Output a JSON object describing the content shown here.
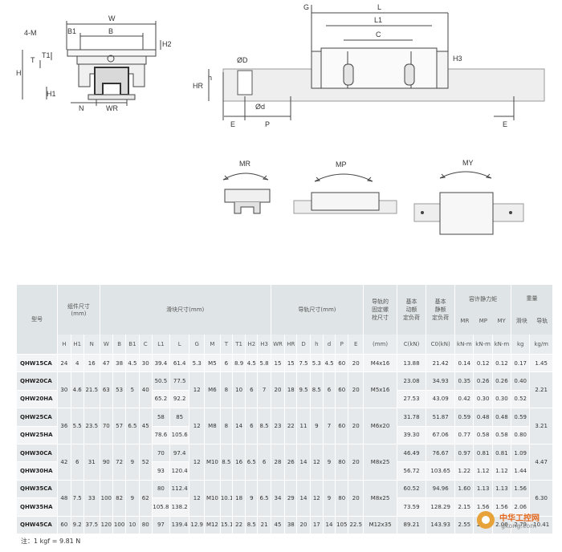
{
  "drawing_labels": {
    "front": {
      "W": "W",
      "B": "B",
      "B1": "B1",
      "four_m": "4-M",
      "T": "T",
      "T1": "T1",
      "H": "H",
      "H1": "H1",
      "H2": "H2",
      "N": "N",
      "WR": "WR"
    },
    "side": {
      "G": "G",
      "L": "L",
      "L1": "L1",
      "C": "C",
      "D": "ØD",
      "h": "h",
      "HR": "HR",
      "H3": "H3",
      "d": "Ød",
      "E_left": "E",
      "P": "P",
      "E_right": "E"
    },
    "moments": {
      "MR": "MR",
      "MP": "MP",
      "MY": "MY"
    }
  },
  "table": {
    "model_header": "型号",
    "group_headers": {
      "assembly": "组件尺寸\n(mm)",
      "block": "滑块尺寸(mm)",
      "rail": "导轨尺寸(mm)",
      "rail_bolt": "导轨的\n固定螺\n栓尺寸",
      "dyn_load": "基本\n动额\n定负荷",
      "static_load": "基本\n静额\n定负荷",
      "static_moment": "容许静力矩",
      "weight": "重量"
    },
    "sub_headers": {
      "MR": "MR",
      "MP": "MP",
      "MY": "MY",
      "block_w": "滑块",
      "rail_w": "导轨"
    },
    "columns": [
      "H",
      "H1",
      "N",
      "W",
      "B",
      "B1",
      "C",
      "L1",
      "L",
      "G",
      "M",
      "T",
      "T1",
      "H2",
      "H3",
      "WR",
      "HR",
      "D",
      "h",
      "d",
      "P",
      "E",
      "(mm)",
      "C(kN)",
      "C0(kN)",
      "kN-m",
      "kN-m",
      "kN-m",
      "kg",
      "kg/m"
    ],
    "rows": [
      [
        "QHW15CA",
        "24",
        "4",
        "16",
        "47",
        "38",
        "4.5",
        "30",
        "39.4",
        "61.4",
        "5.3",
        "M5",
        "6",
        "8.9",
        "4.5",
        "5.8",
        "15",
        "15",
        "7.5",
        "5.3",
        "4.5",
        "60",
        "20",
        "M4x16",
        "13.88",
        "21.42",
        "0.14",
        "0.12",
        "0.12",
        "0.17",
        "1.45"
      ],
      [
        "QHW20CA",
        "30",
        "4.6",
        "21.5",
        "63",
        "53",
        "5",
        "40",
        "50.5",
        "77.5",
        "12",
        "M6",
        "8",
        "10",
        "6",
        "7",
        "20",
        "18",
        "9.5",
        "8.5",
        "6",
        "60",
        "20",
        "M5x16",
        "23.08",
        "34.93",
        "0.35",
        "0.26",
        "0.26",
        "0.40",
        "2.21"
      ],
      [
        "QHW20HA",
        "",
        "",
        "",
        "",
        "",
        "",
        "",
        "65.2",
        "92.2",
        "",
        "",
        "",
        "",
        "",
        "",
        "",
        "",
        "",
        "",
        "",
        "",
        "",
        "",
        "27.53",
        "43.09",
        "0.42",
        "0.30",
        "0.30",
        "0.52",
        ""
      ],
      [
        "QHW25CA",
        "36",
        "5.5",
        "23.5",
        "70",
        "57",
        "6.5",
        "45",
        "58",
        "85",
        "12",
        "M8",
        "8",
        "14",
        "6",
        "8.5",
        "23",
        "22",
        "11",
        "9",
        "7",
        "60",
        "20",
        "M6x20",
        "31.78",
        "51.87",
        "0.59",
        "0.48",
        "0.48",
        "0.59",
        "3.21"
      ],
      [
        "QHW25HA",
        "",
        "",
        "",
        "",
        "",
        "",
        "",
        "78.6",
        "105.6",
        "",
        "",
        "",
        "",
        "",
        "",
        "",
        "",
        "",
        "",
        "",
        "",
        "",
        "",
        "39.30",
        "67.06",
        "0.77",
        "0.58",
        "0.58",
        "0.80",
        ""
      ],
      [
        "QHW30CA",
        "42",
        "6",
        "31",
        "90",
        "72",
        "9",
        "52",
        "70",
        "97.4",
        "12",
        "M10",
        "8.5",
        "16",
        "6.5",
        "6",
        "28",
        "26",
        "14",
        "12",
        "9",
        "80",
        "20",
        "M8x25",
        "46.49",
        "76.67",
        "0.97",
        "0.81",
        "0.81",
        "1.09",
        "4.47"
      ],
      [
        "QHW30HA",
        "",
        "",
        "",
        "",
        "",
        "",
        "",
        "93",
        "120.4",
        "",
        "",
        "",
        "",
        "",
        "",
        "",
        "",
        "",
        "",
        "",
        "",
        "",
        "",
        "56.72",
        "103.65",
        "1.22",
        "1.12",
        "1.12",
        "1.44",
        ""
      ],
      [
        "QHW35CA",
        "48",
        "7.5",
        "33",
        "100",
        "82",
        "9",
        "62",
        "80",
        "112.4",
        "12",
        "M10",
        "10.1",
        "18",
        "9",
        "6.5",
        "34",
        "29",
        "14",
        "12",
        "9",
        "80",
        "20",
        "M8x25",
        "60.52",
        "94.96",
        "1.60",
        "1.13",
        "1.13",
        "1.56",
        "6.30"
      ],
      [
        "QHW35HA",
        "",
        "",
        "",
        "",
        "",
        "",
        "",
        "105.8",
        "138.2",
        "",
        "",
        "",
        "",
        "",
        "",
        "",
        "",
        "",
        "",
        "",
        "",
        "",
        "",
        "73.59",
        "128.29",
        "2.15",
        "1.56",
        "1.56",
        "2.06",
        ""
      ],
      [
        "QHW45CA",
        "60",
        "9.2",
        "37.5",
        "120",
        "100",
        "10",
        "80",
        "97",
        "139.4",
        "12.9",
        "M12",
        "15.1",
        "22",
        "8.5",
        "21",
        "45",
        "38",
        "20",
        "17",
        "14",
        "105",
        "22.5",
        "M12x35",
        "89.21",
        "143.93",
        "2.55",
        "2.00",
        "2.00",
        "2.79",
        "10.41"
      ]
    ]
  },
  "note": "注：1 kgf = 9.81 N",
  "watermark": {
    "line1": "中华工控网",
    "line2": "gkong.com"
  }
}
